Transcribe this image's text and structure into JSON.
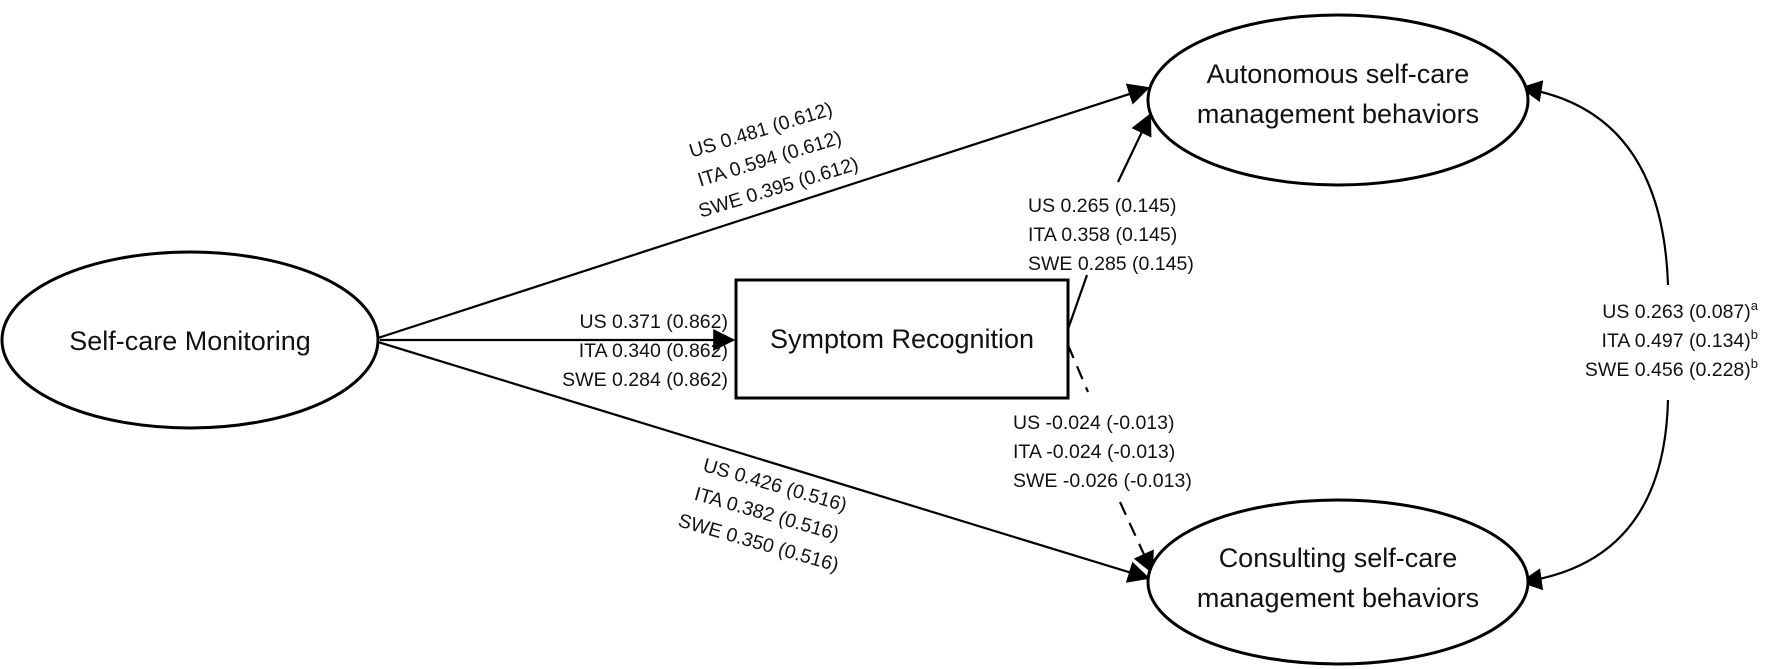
{
  "nodes": {
    "monitoring": {
      "label": "Self-care Monitoring"
    },
    "recognition": {
      "label": "Symptom Recognition"
    },
    "autonomous": {
      "lines": [
        "Autonomous self-care",
        "management behaviors"
      ]
    },
    "consulting": {
      "lines": [
        "Consulting self-care",
        "management behaviors"
      ]
    }
  },
  "paths": {
    "monitoring_to_autonomous": [
      "US 0.481 (0.612)",
      "ITA 0.594 (0.612)",
      "SWE 0.395 (0.612)"
    ],
    "monitoring_to_recognition": [
      "US 0.371 (0.862)",
      "ITA 0.340 (0.862)",
      "SWE 0.284 (0.862)"
    ],
    "monitoring_to_consulting": [
      "US 0.426 (0.516)",
      "ITA 0.382 (0.516)",
      "SWE 0.350 (0.516)"
    ],
    "recognition_to_autonomous": [
      "US 0.265 (0.145)",
      "ITA 0.358 (0.145)",
      "SWE 0.285 (0.145)"
    ],
    "recognition_to_consulting": [
      "US -0.024 (-0.013)",
      "ITA -0.024 (-0.013)",
      "SWE -0.026 (-0.013)"
    ],
    "autonomous_consulting_covariance": [
      {
        "text": "US 0.263 (0.087)",
        "sup": "a"
      },
      {
        "text": "ITA 0.497 (0.134)",
        "sup": "b"
      },
      {
        "text": "SWE 0.456 (0.228)",
        "sup": "b"
      }
    ]
  }
}
